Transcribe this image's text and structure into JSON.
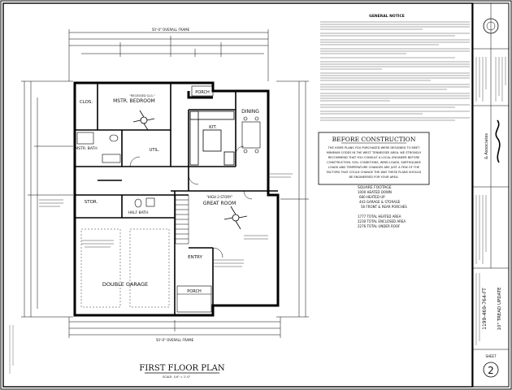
{
  "plan": {
    "title": "FIRST FLOOR PLAN",
    "scale": "SCALE: 1/4\" = 1'-0\"",
    "overall_dim_top": "50'-0\" OVERALL FRAME",
    "overall_dim_bottom": "50'-0\" OVERALL FRAME",
    "rooms": [
      {
        "label": "MSTR. BEDROOM"
      },
      {
        "label": "CLOS."
      },
      {
        "label": "MSTR. BATH"
      },
      {
        "label": "PORCH"
      },
      {
        "label": "DINING"
      },
      {
        "label": "KIT."
      },
      {
        "label": "UTIL."
      },
      {
        "label": "STOR."
      },
      {
        "label": "HALF BATH"
      },
      {
        "label": "GREAT ROOM"
      },
      {
        "label": "ENTRY"
      },
      {
        "label": "DOUBLE GARAGE"
      },
      {
        "label": "PORCH"
      }
    ],
    "notes": [
      {
        "text": "\"HIGH 2-STORY\""
      },
      {
        "text": "\"RECESSED CLG.\""
      }
    ]
  },
  "general_notice": {
    "title": "GENERAL NOTICE"
  },
  "before_construction": {
    "title": "BEFORE CONSTRUCTION",
    "lines": [
      "THE HOME PLANS YOU PURCHASED WERE DESIGNED TO MEET",
      "MINIMUM CODES IN THE WEST TENNESSEE AREA. WE STRONGLY",
      "RECOMMEND THAT YOU CONSULT A LOCAL ENGINEER BEFORE",
      "CONSTRUCTION. SOIL CONDITIONS, WIND LOADS, EARTHQUAKE",
      "LOADS AND TEMPERATURE CHANGES ARE JUST A FEW OF THE",
      "FACTORS THAT COULD CHANGE THE WAY THESE PLANS SHOULD",
      "BE ENGINEERED FOR YOUR AREA."
    ]
  },
  "square_footage": {
    "title": "SQUARE FOOTAGE",
    "lines": [
      "1000 HEATED DOWN",
      "680 HEATED UP",
      "443 GARAGE & STORAGE",
      "56 FRONT & REAR PORCHES"
    ],
    "totals": [
      "1777 TOTAL HEATED AREA",
      "2230 TOTAL ENCLOSED AREA",
      "2276 TOTAL UNDER ROOF"
    ]
  },
  "title_block": {
    "firm": "& Associates",
    "plan_number": "1199-469-764-FT",
    "sheet_label": "SHEET",
    "sheet_number": "2",
    "project_line": "10\" TREAD UPDATE"
  }
}
